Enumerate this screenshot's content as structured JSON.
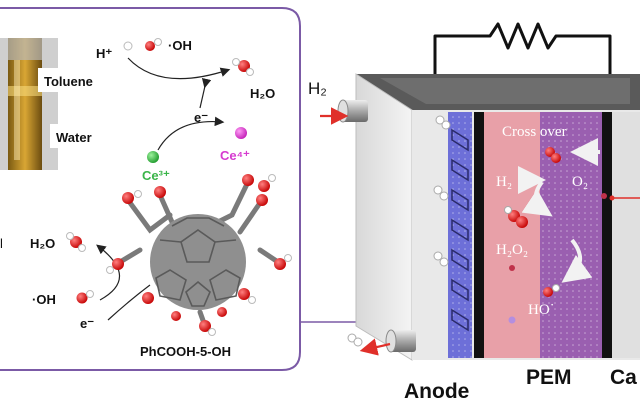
{
  "left_panel": {
    "proton": "H⁺",
    "hydroxyl_top": "·OH",
    "water_top": "H₂O",
    "electron_top": "e⁻",
    "vial_toluene": "Toluene",
    "vial_water": "Water",
    "ce3": "Ce³⁺",
    "ce4": "Ce⁴⁺",
    "water_left": "H₂O",
    "hydroxyl_left": "·OH",
    "electron_left": "e⁻",
    "molecule_name": "PhCOOH-5-OH",
    "edge_fragment": "l",
    "colors": {
      "frame": "#7b5aa6",
      "ce3": "#3bb54a",
      "ce4": "#d63bd0"
    }
  },
  "fuel_cell": {
    "h2_inlet": "H₂",
    "cross_over": "Cross over",
    "h2_inside": "H₂",
    "o2_inside": "O₂",
    "h2o2": "H₂O₂",
    "ho_radical": "HO˙",
    "anode": "Anode",
    "pem": "PEM",
    "cathode_fragment": "Ca",
    "colors": {
      "anode": "#6d6fd8",
      "membrane": "#e8a0a8",
      "cathode": "#9a5fb0",
      "arrow": "#e0302a"
    }
  }
}
